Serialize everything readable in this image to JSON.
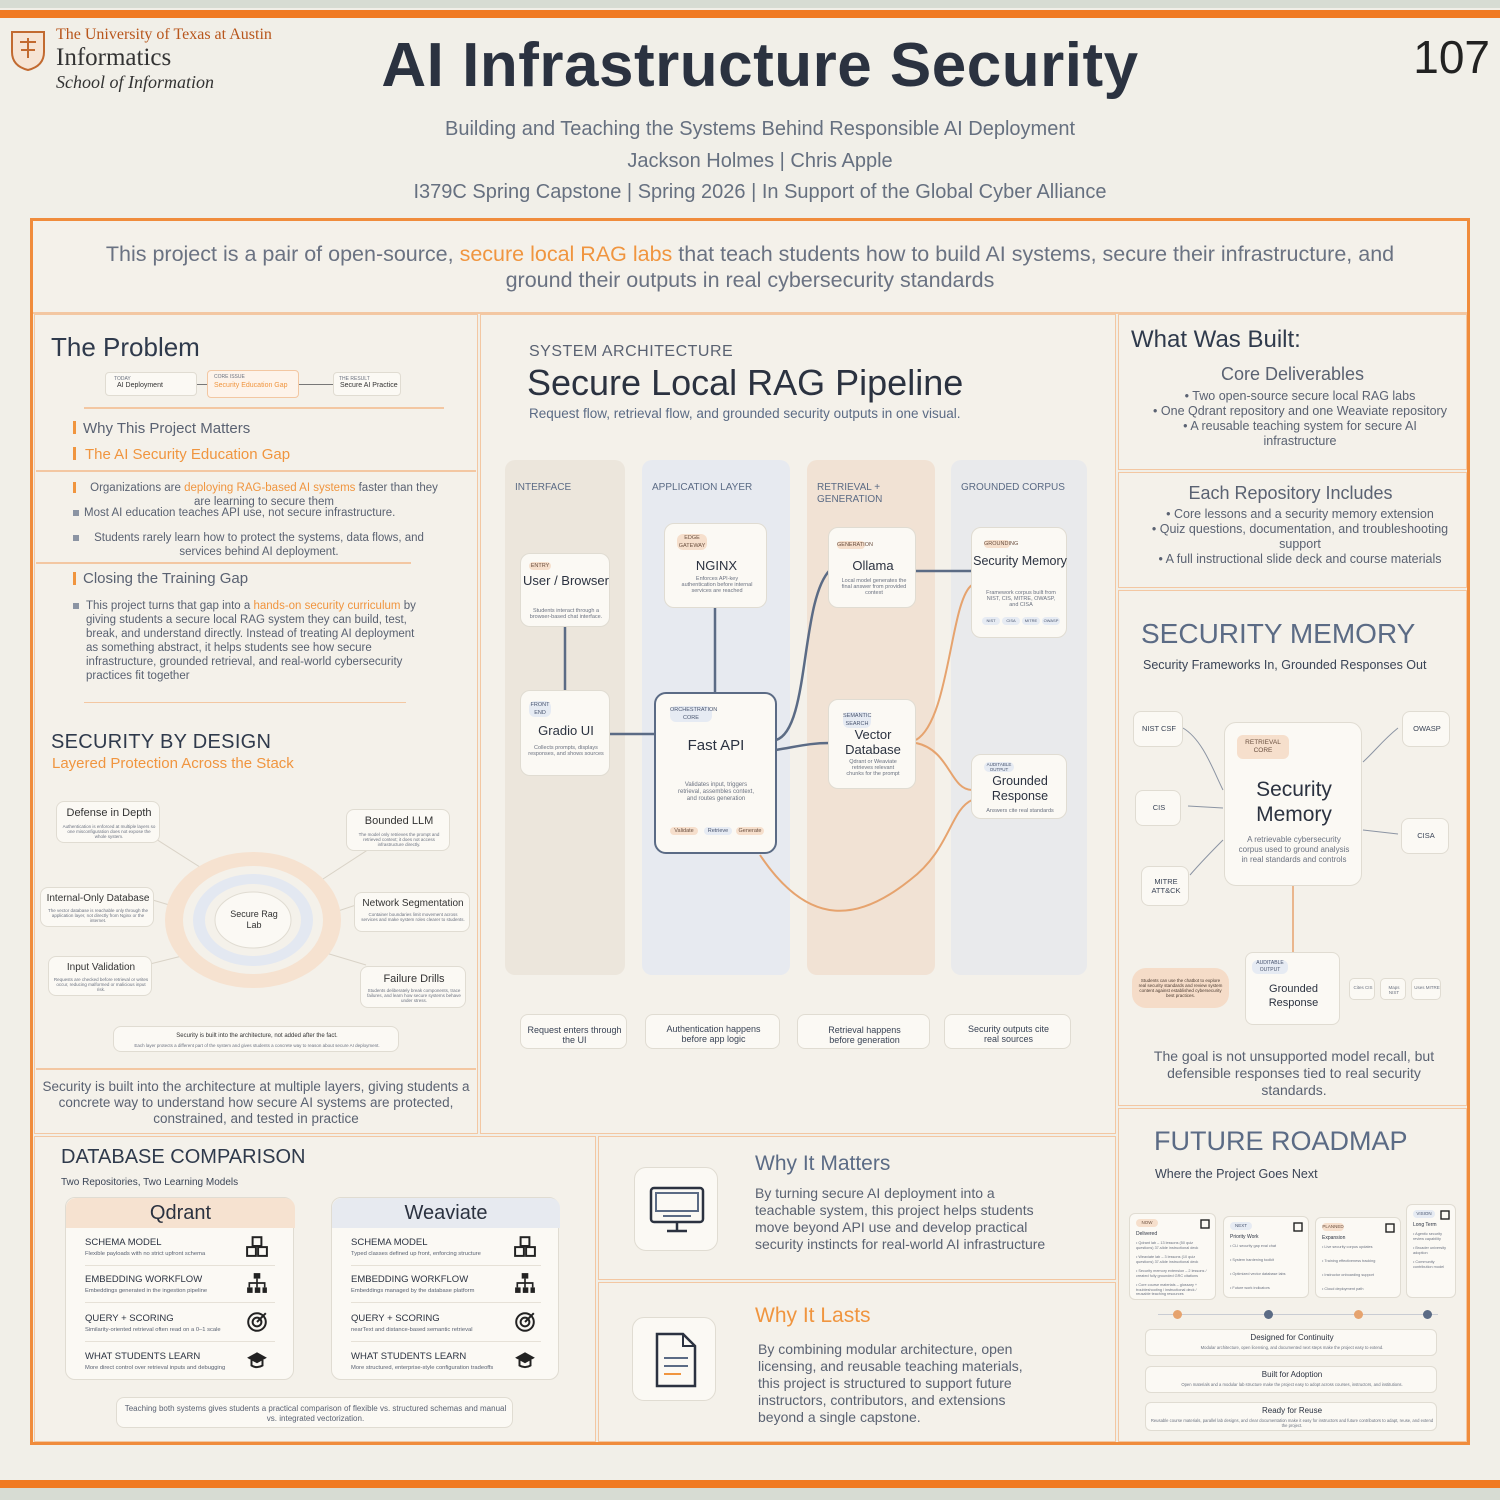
{
  "header": {
    "university": "The University of Texas at Austin",
    "informatics": "Informatics",
    "school": "School of Information",
    "title": "AI Infrastructure Security",
    "poster_number": "107",
    "subtitle": "Building and Teaching the Systems Behind Responsible AI Deployment",
    "authors": "Jackson Holmes | Chris Apple",
    "course": "I379C Spring Capstone | Spring 2026 | In Support of the Global Cyber Alliance"
  },
  "intro": {
    "before": "This project is a pair of open-source, ",
    "highlight": "secure local RAG labs",
    "after": " that teach students how to build AI systems, secure their infrastructure, and ground their outputs in real cybersecurity standards"
  },
  "problem": {
    "title": "The Problem",
    "flow": [
      {
        "tag": "TODAY",
        "label": "AI Deployment"
      },
      {
        "tag": "CORE ISSUE",
        "label": "Security Education Gap"
      },
      {
        "tag": "THE RESULT",
        "label": "Secure AI Practice"
      }
    ],
    "why_heading": "Why This Project Matters",
    "gap_heading": "The AI Security Education Gap",
    "bullets": [
      {
        "before": "Organizations are ",
        "hl": "deploying RAG-based AI systems",
        "after": " faster than they are learning to secure them"
      },
      {
        "text": "Most AI education teaches API use, not secure infrastructure."
      },
      {
        "text": "Students rarely learn how to protect the systems, data flows, and services behind AI deployment."
      }
    ],
    "closing_heading": "Closing the Training Gap",
    "closing": {
      "before": "This project turns that gap into a ",
      "hl": "hands-on security curriculum",
      "after": " by giving students a secure local RAG system they can build, test, break, and understand directly. Instead of treating AI deployment as something abstract, it helps students see how secure infrastructure, grounded retrieval, and real-world cybersecurity practices fit together"
    }
  },
  "design": {
    "title": "SECURITY BY DESIGN",
    "subtitle": "Layered Protection Across the Stack",
    "center": "Secure Rag Lab",
    "items": [
      {
        "title": "Defense in Depth",
        "desc": "Authentication is enforced at multiple layers so one misconfiguration does not expose the whole system."
      },
      {
        "title": "Bounded LLM",
        "desc": "The model only retrieves the prompt and retrieved context; it does not access infrastructure directly."
      },
      {
        "title": "Internal-Only Database",
        "desc": "The vector database is reachable only through the application layer, not directly from Nginx or the internet."
      },
      {
        "title": "Network Segmentation",
        "desc": "Container boundaries limit movement across services and make system roles clearer to students."
      },
      {
        "title": "Input Validation",
        "desc": "Requests are checked before retrieval or writes occur, reducing malformed or malicious input risk."
      },
      {
        "title": "Failure Drills",
        "desc": "Students deliberately break components, trace failures, and learn how secure systems behave under stress."
      }
    ],
    "footer_title": "Security is built into the architecture, not added after the fact.",
    "footer_desc": "Each layer protects a different part of the system and gives students a concrete way to reason about secure AI deployment.",
    "summary": "Security is built into the architecture at multiple layers, giving students a concrete way to understand how secure AI systems are protected, constrained, and tested in practice"
  },
  "architecture": {
    "kicker": "SYSTEM ARCHITECTURE",
    "title": "Secure Local RAG Pipeline",
    "subtitle": "Request flow, retrieval flow, and grounded security outputs in one visual.",
    "columns": [
      "INTERFACE",
      "APPLICATION LAYER",
      "RETRIEVAL + GENERATION",
      "GROUNDED CORPUS"
    ],
    "nodes": {
      "browser": {
        "tag": "ENTRY",
        "title": "User / Browser",
        "desc": "Students interact through a browser-based chat interface."
      },
      "gradio": {
        "tag": "FRONT END",
        "title": "Gradio UI",
        "desc": "Collects prompts, displays responses, and shows sources"
      },
      "nginx": {
        "tag": "EDGE GATEWAY",
        "title": "NGINX",
        "desc": "Enforces API-key authentication before internal services are reached"
      },
      "fastapi": {
        "tag": "ORCHESTRATION CORE",
        "title": "Fast API",
        "desc": "Validates input, triggers retrieval, assembles context, and routes generation",
        "chips": [
          "Validate",
          "Retrieve",
          "Generate"
        ]
      },
      "ollama": {
        "tag": "GENERATION",
        "title": "Ollama",
        "desc": "Local model generates the final answer from provided context"
      },
      "vector": {
        "tag": "SEMANTIC SEARCH",
        "title": "Vector Database",
        "desc": "Qdrant or Weaviate retrieves relevant chunks for the prompt"
      },
      "memory": {
        "tag": "GROUNDING",
        "title": "Security Memory",
        "desc": "Framework corpus built from NIST, CIS, MITRE, OWASP, and CISA",
        "chips": [
          "NIST",
          "CISA",
          "MITRE",
          "OWASP"
        ]
      },
      "response": {
        "tag": "AUDITABLE OUTPUT",
        "title": "Grounded Response",
        "desc": "Answers cite real standards"
      }
    },
    "steps": [
      "Request enters through the UI",
      "Authentication happens before app logic",
      "Retrieval happens before generation",
      "Security outputs cite real sources"
    ]
  },
  "built": {
    "title": "What Was Built:",
    "core_title": "Core Deliverables",
    "core": [
      "Two open-source secure local RAG labs",
      "One Qdrant repository and one Weaviate repository",
      "A reusable teaching system for secure AI infrastructure"
    ],
    "each_title": "Each Repository Includes",
    "each": [
      "Core lessons and a security memory extension",
      "Quiz questions, documentation, and troubleshooting support",
      "A full instructional slide deck and course materials"
    ]
  },
  "memory": {
    "title": "SECURITY MEMORY",
    "subtitle": "Security Frameworks In, Grounded Responses Out",
    "tag": "RETRIEVAL CORE",
    "core_title": "Security Memory",
    "core_desc": "A retrievable cybersecurity corpus used to ground analysis in real standards and controls",
    "sources": [
      "NIST CSF",
      "CIS",
      "MITRE ATT&CK",
      "OWASP",
      "CISA"
    ],
    "out_tag": "AUDITABLE OUTPUT",
    "out_title": "Grounded Response",
    "note": "Students can use the chatbot to explore real security standards and review system content against established cybersecurity best practices.",
    "chips": [
      "Cites CIS",
      "Maps NIST",
      "Uses MITRE"
    ],
    "goal": "The goal is not unsupported model recall, but defensible responses tied to real security standards."
  },
  "database": {
    "title": "DATABASE COMPARISON",
    "subtitle": "Two Repositories, Two Learning Models",
    "qdrant": {
      "name": "Qdrant",
      "rows": [
        {
          "label": "SCHEMA MODEL",
          "desc": "Flexible payloads with no strict upfront schema"
        },
        {
          "label": "EMBEDDING WORKFLOW",
          "desc": "Embeddings generated in the ingestion pipeline"
        },
        {
          "label": "QUERY + SCORING",
          "desc": "Similarity-oriented retrieval often read on a 0–1 scale"
        },
        {
          "label": "WHAT STUDENTS LEARN",
          "desc": "More direct control over retrieval inputs and debugging"
        }
      ]
    },
    "weaviate": {
      "name": "Weaviate",
      "rows": [
        {
          "label": "SCHEMA MODEL",
          "desc": "Typed classes defined up front, enforcing structure"
        },
        {
          "label": "EMBEDDING WORKFLOW",
          "desc": "Embeddings managed by the database platform"
        },
        {
          "label": "QUERY + SCORING",
          "desc": "nearText and distance-based semantic retrieval"
        },
        {
          "label": "WHAT STUDENTS LEARN",
          "desc": "More structured, enterprise-style configuration tradeoffs"
        }
      ]
    },
    "footer": "Teaching both systems gives students a practical comparison of flexible vs. structured schemas and manual vs. integrated vectorization."
  },
  "matters": {
    "title": "Why It Matters",
    "body": "By turning secure AI deployment into a teachable system, this project helps students move beyond API use and develop practical security instincts for real-world AI infrastructure"
  },
  "lasts": {
    "title": "Why It Lasts",
    "body": "By combining modular architecture, open licensing, and reusable teaching materials, this project is structured to support future instructors, contributors, and extensions beyond a single capstone."
  },
  "roadmap": {
    "title": "FUTURE ROADMAP",
    "subtitle": "Where the Project Goes Next",
    "cards": [
      {
        "tag": "NOW",
        "title": "Delivered",
        "items": [
          "Qdrant lab – 13 lessons (50 quiz questions) 37-slide instructional deck",
          "Weaviate lab – 3 lessons (10 quiz questions) 37-slide instructional deck",
          "Security memory extension – 2 lessons / created fully grounded GRC citations",
          "Core course materials – glossary + troubleshooting / instructional deck / reusable teaching resources"
        ]
      },
      {
        "tag": "NEXT",
        "title": "Priority Work",
        "items": [
          "CLI security gap eval chat",
          "System hardening toolkit",
          "Optimized vector database labs",
          "Future work indicators"
        ]
      },
      {
        "tag": "PLANNED",
        "title": "Expansion",
        "items": [
          "Live security corpus updates",
          "Training effectiveness tracking",
          "Instructor onboarding support",
          "Cloud deployment path"
        ]
      },
      {
        "tag": "VISION",
        "title": "Long Term",
        "items": [
          "Agentic security review capability",
          "Broader university adoption",
          "Community contribution model"
        ]
      }
    ],
    "blocks": [
      {
        "title": "Designed for Continuity",
        "desc": "Modular architecture, open licensing, and documented next steps make the project easy to extend."
      },
      {
        "title": "Built for Adoption",
        "desc": "Open materials and a modular lab structure make the project easy to adopt across courses, instructors, and institutions."
      },
      {
        "title": "Ready for Reuse",
        "desc": "Reusable course materials, parallel lab designs, and clear documentation make it easy for instructors and future contributors to adapt, reuse, and extend the project."
      }
    ]
  },
  "colors": {
    "accent": "#f07a22",
    "panel": "#f4f1ea",
    "slate": "#5b6b85"
  }
}
